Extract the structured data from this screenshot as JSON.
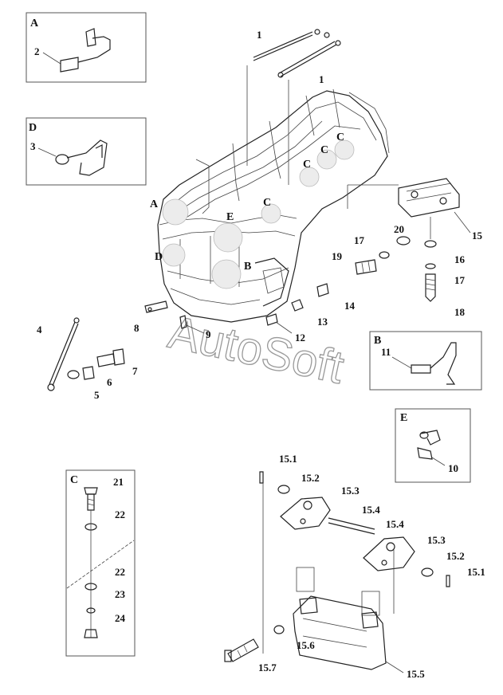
{
  "watermark": "AutoSoft",
  "detail_boxes": {
    "A": {
      "letter": "A",
      "labels": [
        "2"
      ]
    },
    "D": {
      "letter": "D",
      "labels": [
        "3"
      ]
    },
    "B": {
      "letter": "B",
      "labels": [
        "11"
      ]
    },
    "E": {
      "letter": "E",
      "labels": [
        "10"
      ]
    },
    "C": {
      "letter": "C",
      "labels": [
        "21",
        "22",
        "22",
        "23",
        "24"
      ]
    }
  },
  "callouts": {
    "zone_A": "A",
    "zone_D": "D",
    "zone_E": "E",
    "zone_B": "B",
    "zone_C1": "C",
    "zone_C2": "C",
    "zone_C3": "C",
    "zone_C4": "C"
  },
  "labels": {
    "p1a": "1",
    "p1b": "1",
    "p4": "4",
    "p5": "5",
    "p6": "6",
    "p7": "7",
    "p8": "8",
    "p9": "9",
    "p12": "12",
    "p13": "13",
    "p14": "14",
    "p15": "15",
    "p16": "16",
    "p17a": "17",
    "p17b": "17",
    "p18": "18",
    "p19": "19",
    "p20": "20",
    "p15_1a": "15.1",
    "p15_2a": "15.2",
    "p15_3a": "15.3",
    "p15_4a": "15.4",
    "p15_4b": "15.4",
    "p15_3b": "15.3",
    "p15_2b": "15.2",
    "p15_1b": "15.1",
    "p15_6": "15.6",
    "p15_7": "15.7",
    "p15_5": "15.5"
  }
}
